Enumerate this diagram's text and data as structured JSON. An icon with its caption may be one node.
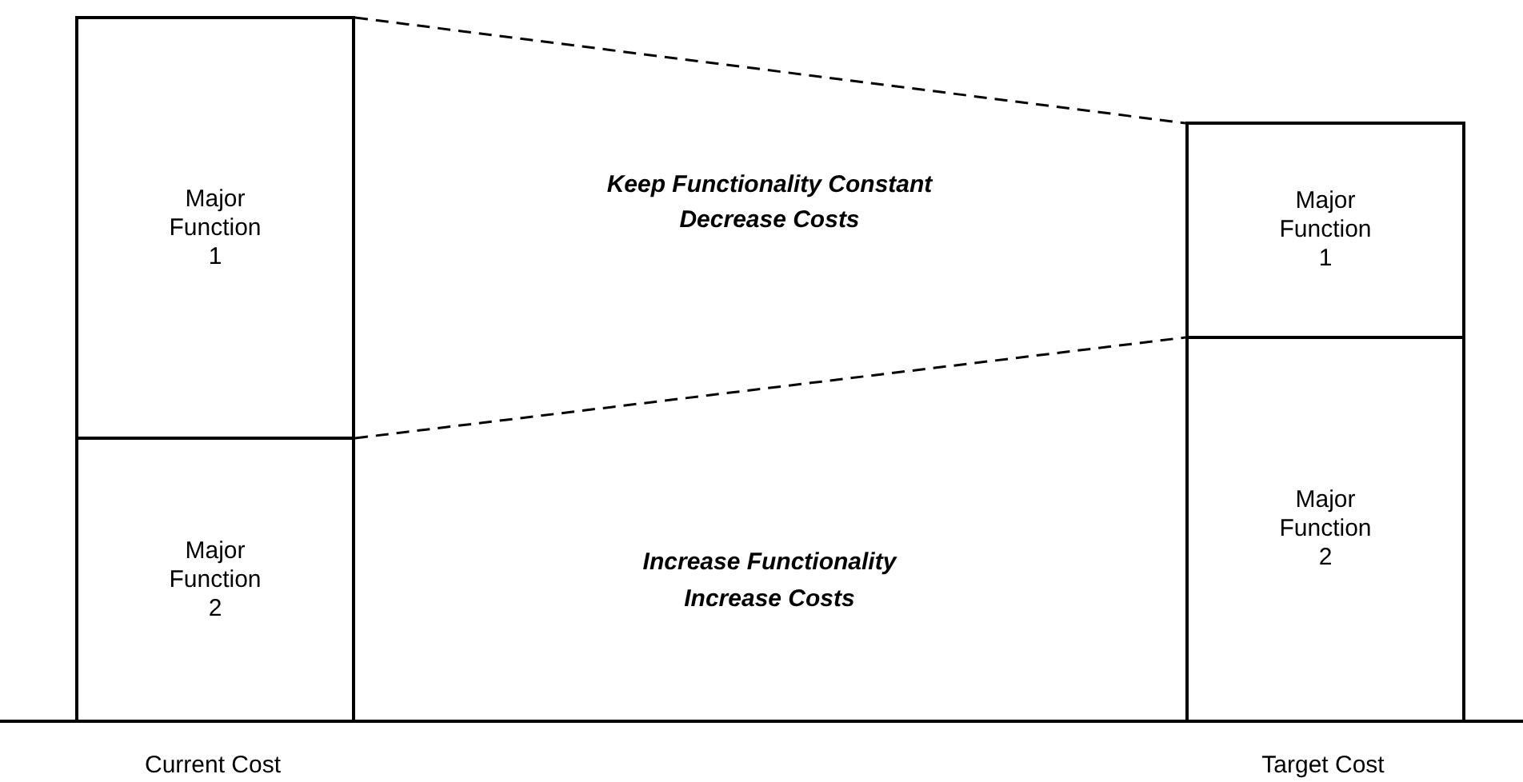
{
  "diagram": {
    "nodes": [
      {
        "text": [
          "Major Function 1"
        ]
      },
      {
        "text": [
          "Major Function 2"
        ]
      },
      {
        "text": [
          "Major Function 1"
        ]
      },
      {
        "text": [
          "Major Function 2"
        ]
      }
    ],
    "edges": [
      {
        "from": 0,
        "to": 2,
        "arrow": "none",
        "style": "dashed"
      },
      {
        "from": 1,
        "to": 3,
        "arrow": "none",
        "style": "dashed"
      }
    ],
    "labels": [
      "Keep Functionality Constant",
      "Decrease Costs",
      "Increase Functionality",
      "Increase Costs",
      "Current Cost",
      "Target Cost"
    ]
  }
}
